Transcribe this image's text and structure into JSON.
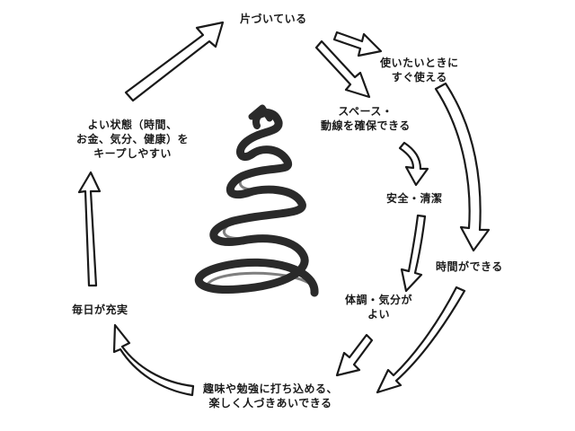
{
  "nodes": {
    "tidy": "片づいている",
    "usable": "使いたいときに\nすぐ使える",
    "space": "スペース・\n動線を確保できる",
    "safe": "安全・清潔",
    "time": "時間ができる",
    "health": "体調・気分が\nよい",
    "hobby": "趣味や勉強に打ち込める、\n楽しく人づきあいできる",
    "daily": "毎日が充実",
    "keep": "よい状態（時間、\nお金、気分、健康）を\nキープしやすい"
  },
  "colors": {
    "ink": "#1a1a1a",
    "background": "#ffffff"
  }
}
